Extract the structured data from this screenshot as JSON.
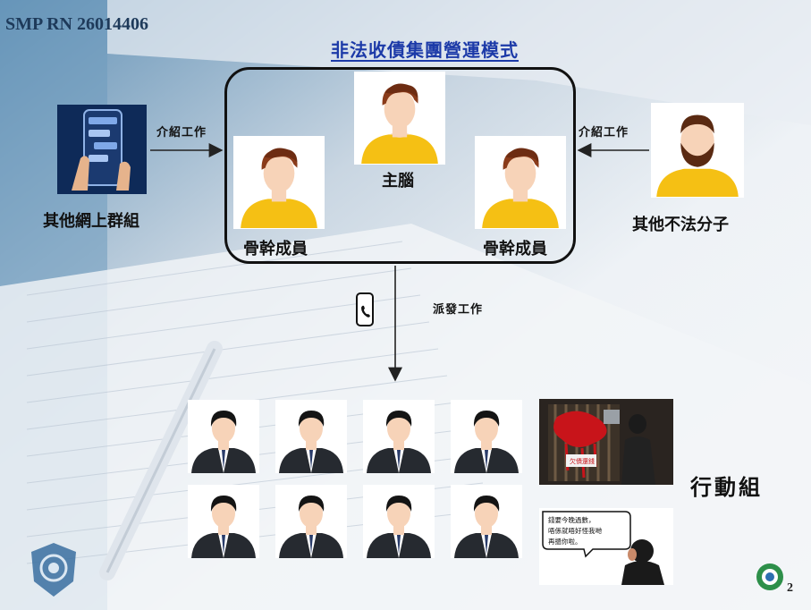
{
  "header": {
    "reference": "SMP RN 26014406"
  },
  "diagram": {
    "title": "非法收債集團營運模式",
    "center": {
      "label": "主腦"
    },
    "core_left": {
      "label": "骨幹成員"
    },
    "core_right": {
      "label": "骨幹成員"
    },
    "source_left": {
      "label": "其他網上群組"
    },
    "source_right": {
      "label": "其他不法分子"
    },
    "arrow_left": {
      "label": "介紹工作"
    },
    "arrow_right": {
      "label": "介紹工作"
    },
    "arrow_down": {
      "label": "派發工作"
    },
    "action_group": {
      "label": "行動組",
      "member_count": 8
    },
    "scene_poster_text": "欠債還錢",
    "speech_text": [
      "錢要今晚過數，",
      "唔係就唔好怪我哋",
      "再搵你啦。"
    ]
  },
  "footer": {
    "page_number": "2"
  },
  "colors": {
    "title": "#1c3aa8",
    "shirt": "#f5c014",
    "hair": "#8a3b1a",
    "skin": "#f7d3b8"
  }
}
